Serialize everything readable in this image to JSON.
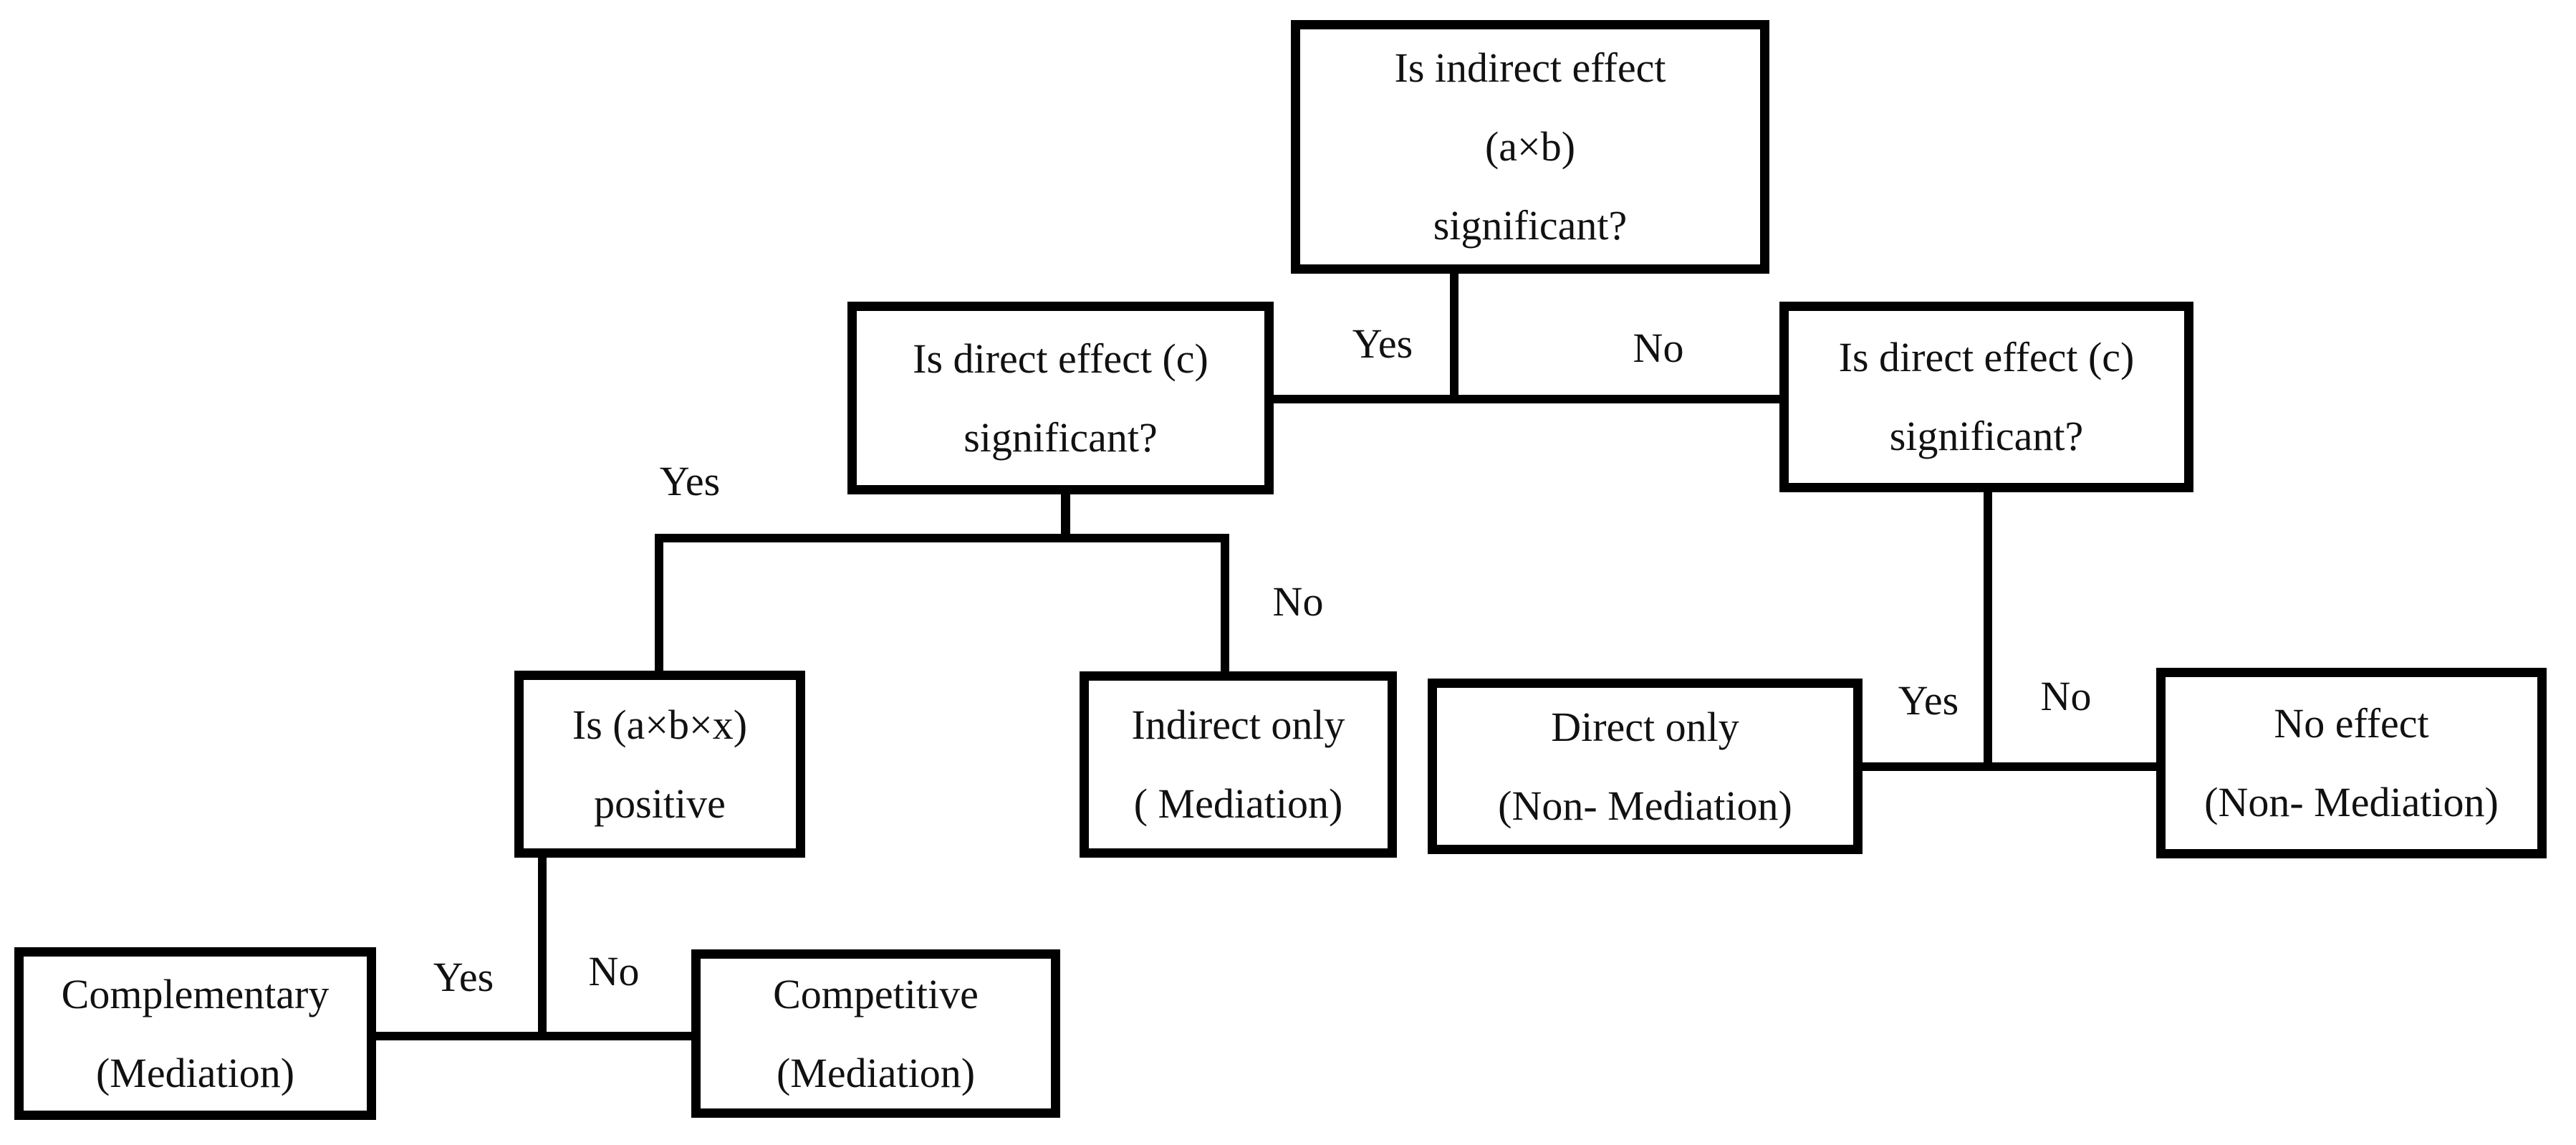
{
  "diagram": {
    "background_color": "#ffffff",
    "line_color": "#000000",
    "text_color": "#111111",
    "nodes": [
      {
        "id": "root",
        "text": "Is indirect effect\n(a×b)\nsignificant?"
      },
      {
        "id": "left_q",
        "text": "Is direct effect (c)\nsignificant?"
      },
      {
        "id": "right_q",
        "text": "Is direct effect (c)\nsignificant?"
      },
      {
        "id": "axbxx",
        "text": "Is (a×b×x)\npositive"
      },
      {
        "id": "indirect_only",
        "text": "Indirect only\n( Mediation)"
      },
      {
        "id": "direct_only",
        "text": "Direct only\n(Non- Mediation)"
      },
      {
        "id": "no_effect",
        "text": "No effect\n(Non- Mediation)"
      },
      {
        "id": "complementary",
        "text": "Complementary\n(Mediation)"
      },
      {
        "id": "competitive",
        "text": "Competitive\n(Mediation)"
      }
    ],
    "edge_labels": {
      "root_yes": "Yes",
      "root_no": "No",
      "left_yes": "Yes",
      "left_no": "No",
      "right_yes": "Yes",
      "right_no": "No",
      "axbxx_yes": "Yes",
      "axbxx_no": "No"
    }
  }
}
